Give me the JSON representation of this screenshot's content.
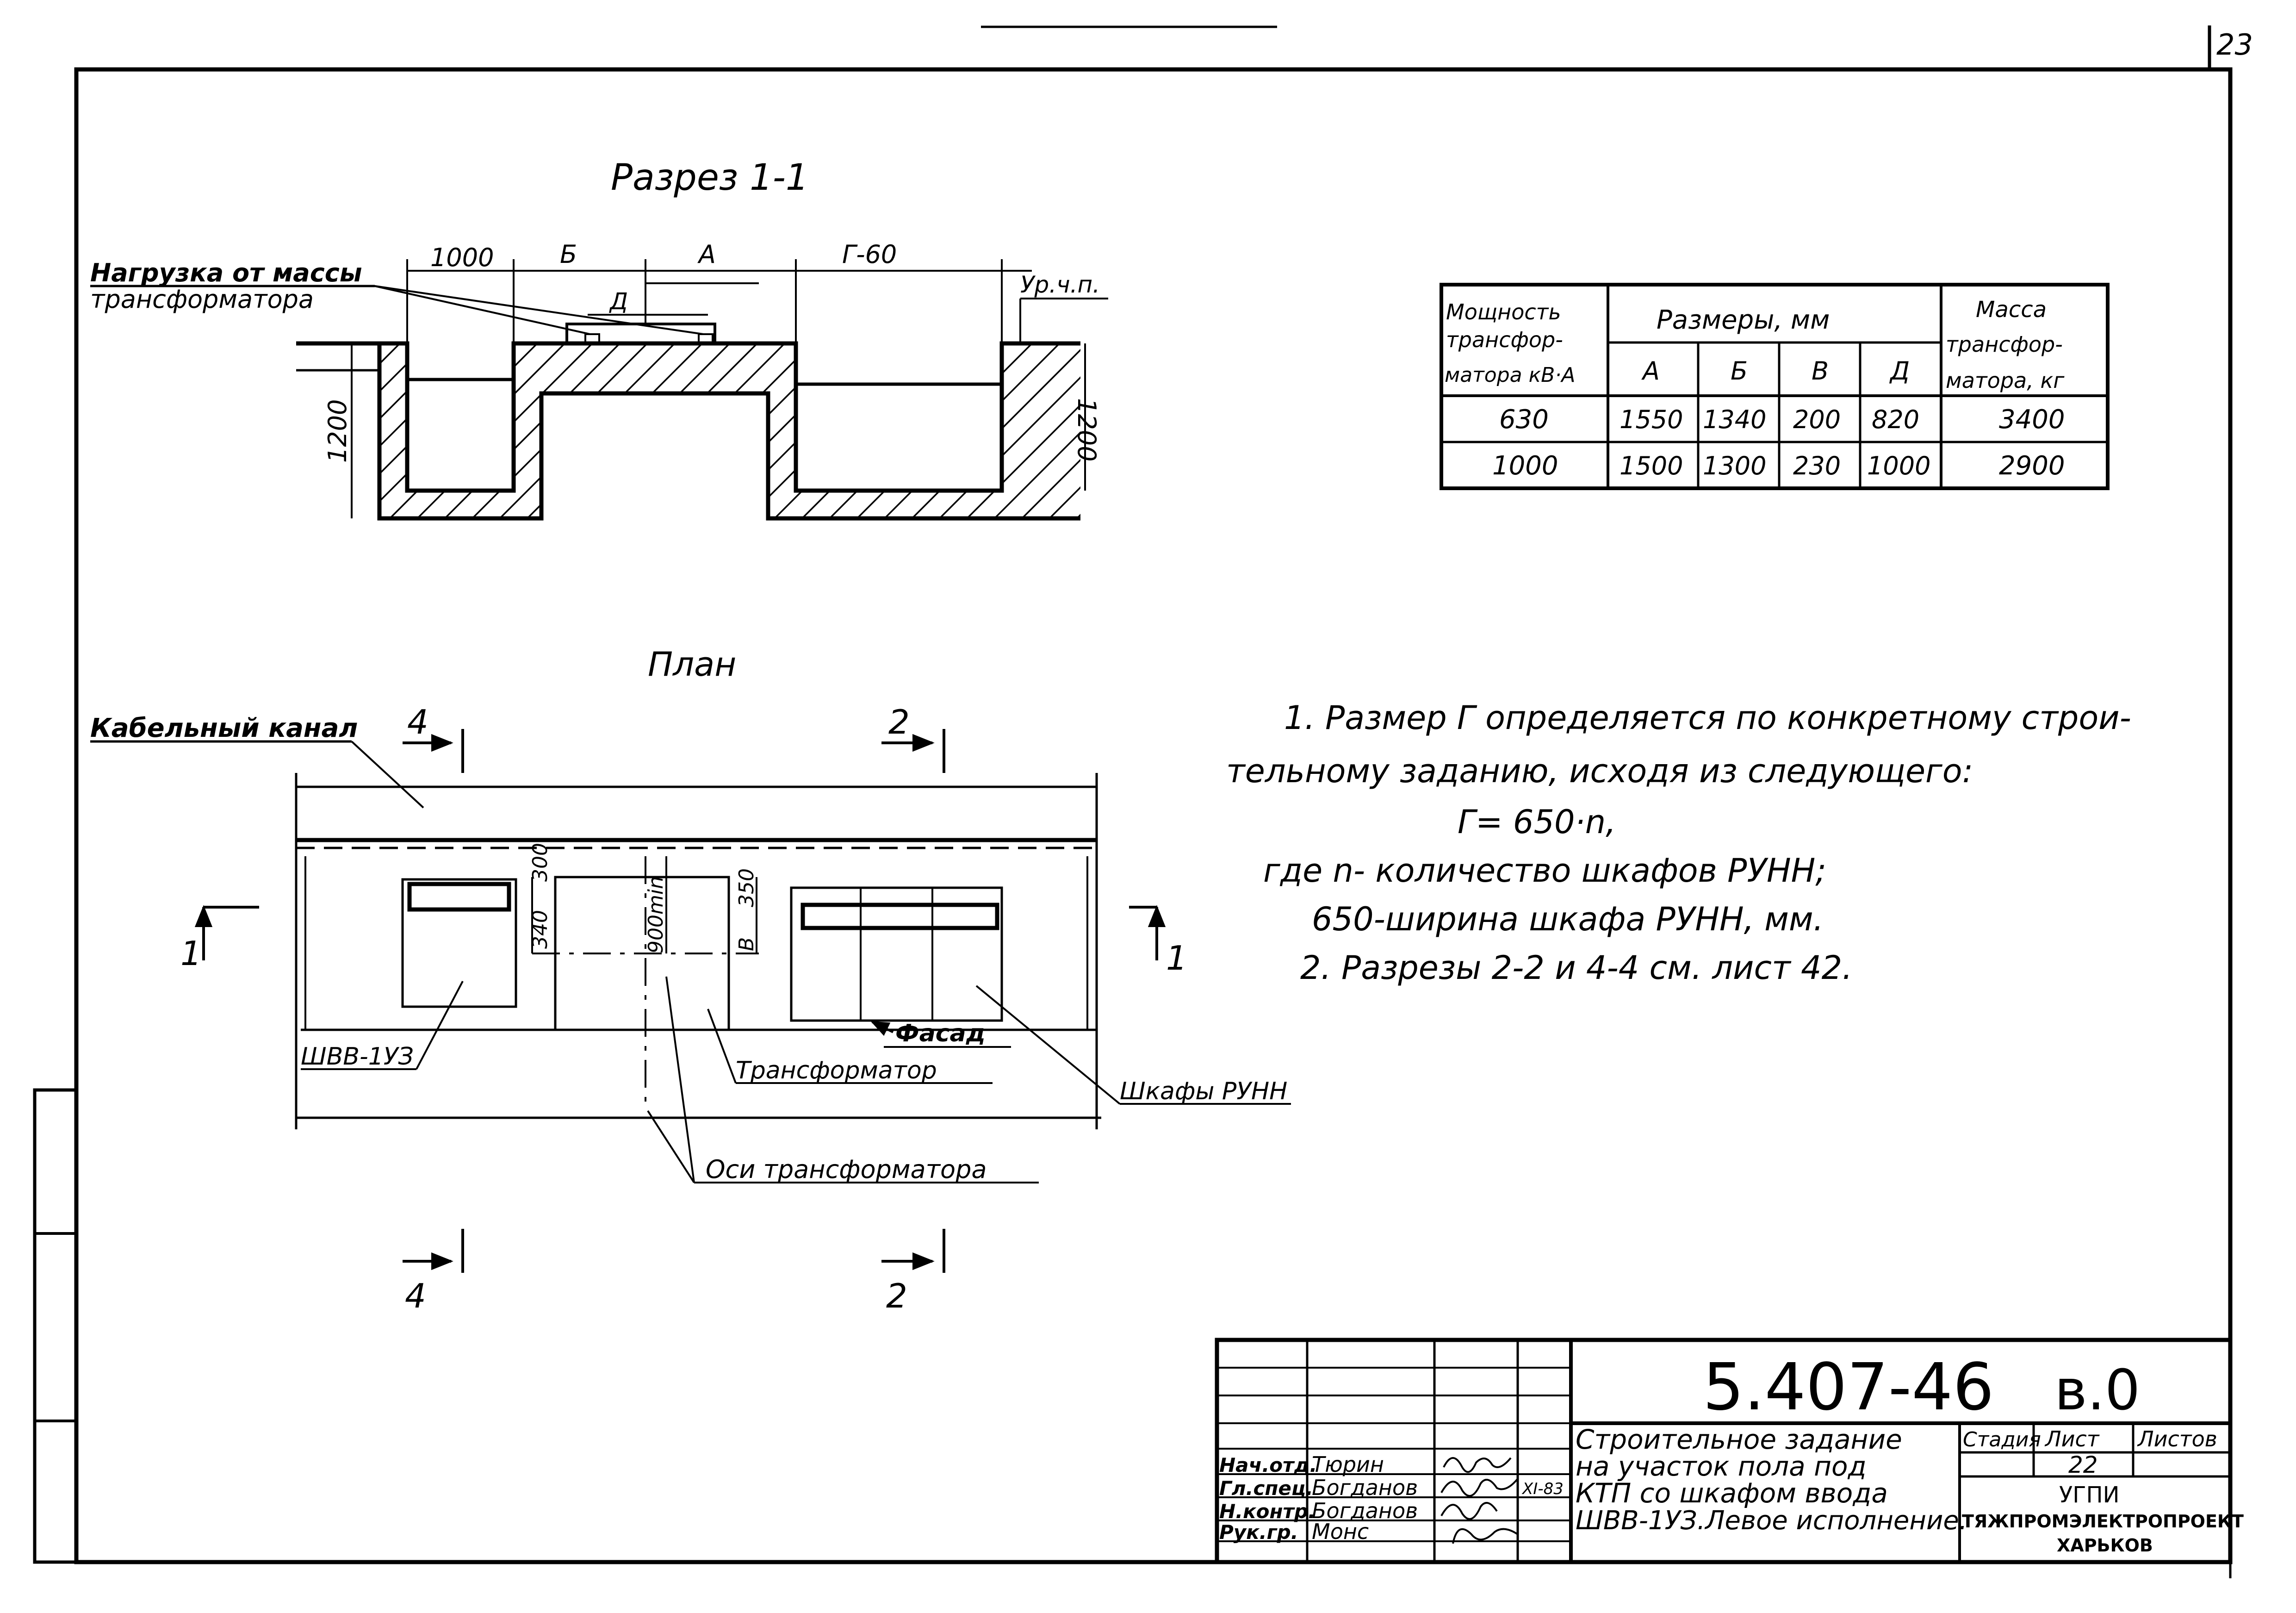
{
  "sheet": {
    "page_number": "23"
  },
  "section_1_1": {
    "title": "Разрез 1-1",
    "load_label_line1": "Нагрузка от массы",
    "load_label_line2": "трансформатора",
    "dim_1000": "1000",
    "dim_b": "Б",
    "dim_a": "А",
    "dim_g60": "Г-60",
    "dim_d": "Д",
    "level_label": "Ур.ч.п.",
    "depth_left": "1200",
    "depth_right": "1200"
  },
  "table": {
    "headers": {
      "power": "Мощность трансфор-матора кВ·А",
      "power_lines": [
        "Мощность",
        "трансфор-",
        "матора кВ·А"
      ],
      "dims": "Размеры, мм",
      "mass_lines": [
        "Масса",
        "трансфор-",
        "матора, кг"
      ],
      "sub": [
        "А",
        "Б",
        "В",
        "Д"
      ]
    },
    "rows": [
      {
        "power": "630",
        "a": "1550",
        "b": "1340",
        "v": "200",
        "d": "820",
        "mass": "3400"
      },
      {
        "power": "1000",
        "a": "1500",
        "b": "1300",
        "v": "230",
        "d": "1000",
        "mass": "2900"
      }
    ]
  },
  "plan": {
    "title": "План",
    "cable_channel": "Кабельный канал",
    "section_4": "4",
    "section_2": "2",
    "section_1": "1",
    "dim_300": "300",
    "dim_340": "340",
    "dim_900min": "900min",
    "dim_350": "350",
    "dim_v": "В",
    "shvv": "ШВВ-1УЗ",
    "transformer": "Трансформатор",
    "facade": "Фасад",
    "cabinets": "Шкафы РУНН",
    "axes": "Оси трансформатора"
  },
  "notes": {
    "line1": "1. Размер Г определяется по конкретному строи-",
    "line2": "тельному заданию, исходя из следующего:",
    "line3": "Г= 650·n,",
    "line4": "где n- количество шкафов РУНН;",
    "line5": "650-ширина шкафа РУНН, мм.",
    "line6": "2. Разрезы 2-2 и 4-4 см. лист 42."
  },
  "title_block": {
    "doc_number": "5.407-46",
    "issue": "в.0",
    "description_lines": [
      "Строительное задание",
      "на участок пола под",
      "КТП со шкафом ввода",
      "ШВВ-1УЗ.Левое исполнение."
    ],
    "stage_label": "Стадия",
    "sheet_label": "Лист",
    "sheets_label": "Листов",
    "sheet_value": "22",
    "org_line1": "УГПИ",
    "org_line2": "ТЯЖПРОМЭЛЕКТРОПРОЕКТ",
    "org_line3": "ХАРЬКОВ",
    "date": "XI-83",
    "roles": [
      {
        "role": "Нач.отд.",
        "name": "Тюрин"
      },
      {
        "role": "Гл.спец.",
        "name": "Богданов"
      },
      {
        "role": "Н.контр.",
        "name": "Богданов"
      },
      {
        "role": "Рук.гр.",
        "name": "Монс"
      }
    ]
  }
}
